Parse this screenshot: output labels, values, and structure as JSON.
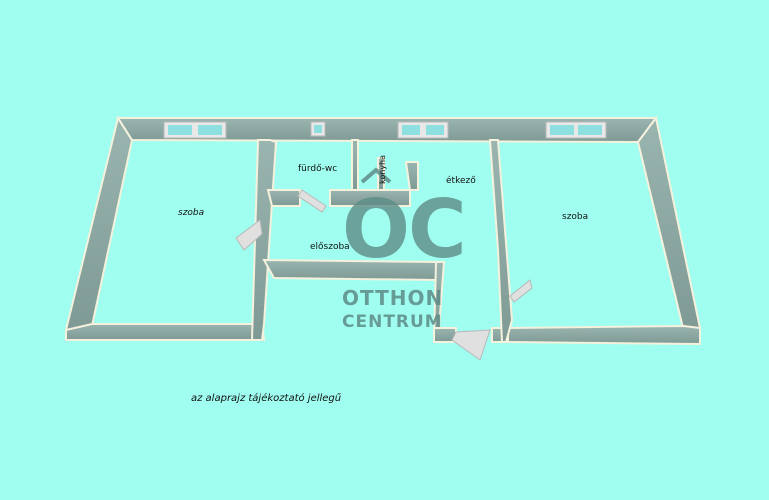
{
  "rooms": {
    "szoba_left": "szoba",
    "furdo": "fürdő-wc",
    "konyha": "konyha",
    "etkezo": "étkező",
    "szoba_right": "szoba",
    "eloszoba": "előszoba"
  },
  "logo": {
    "mark": "OC",
    "line1": "OTTHON",
    "line2": "CENTRUM"
  },
  "note": "az alaprajz tájékoztató jellegű",
  "colors": {
    "background": "#a0fef0",
    "wall_top": "#f4f1dc",
    "wall_side": "#8aa5a0",
    "window_frame": "#e8e8e8",
    "window_glass": "#8ee0e0",
    "logo": "#5e8c87"
  }
}
